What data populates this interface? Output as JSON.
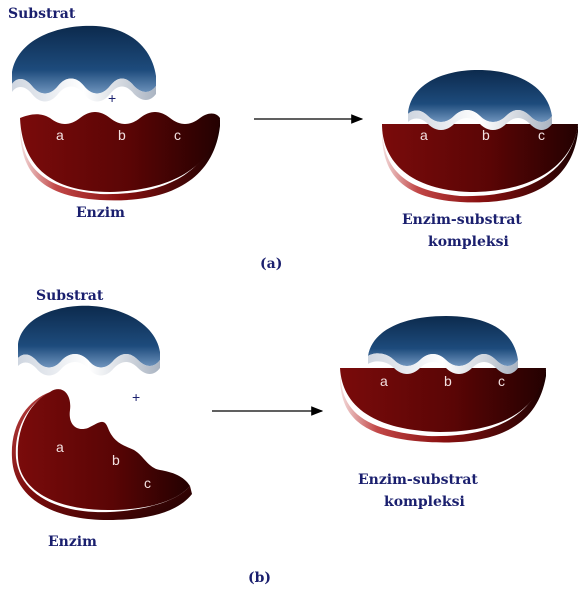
{
  "panel_a": {
    "substrate_label": "Substrat",
    "plus": "+",
    "enzyme_label": "Enzim",
    "site_labels": [
      "a",
      "b",
      "c"
    ],
    "complex_label_line1": "Enzim-substrat",
    "complex_label_line2": "kompleksi",
    "caption": "(a)"
  },
  "panel_b": {
    "substrate_label": "Substrat",
    "plus": "+",
    "enzyme_label": "Enzim",
    "site_labels": [
      "a",
      "b",
      "c"
    ],
    "complex_label_line1": "Enzim-substrat",
    "complex_label_line2": "kompleksi",
    "caption": "(b)"
  },
  "colors": {
    "substrate": "#123a63",
    "enzyme": "#7a0e0e",
    "label_text": "#1a1f6e",
    "arrow": "#000000"
  }
}
